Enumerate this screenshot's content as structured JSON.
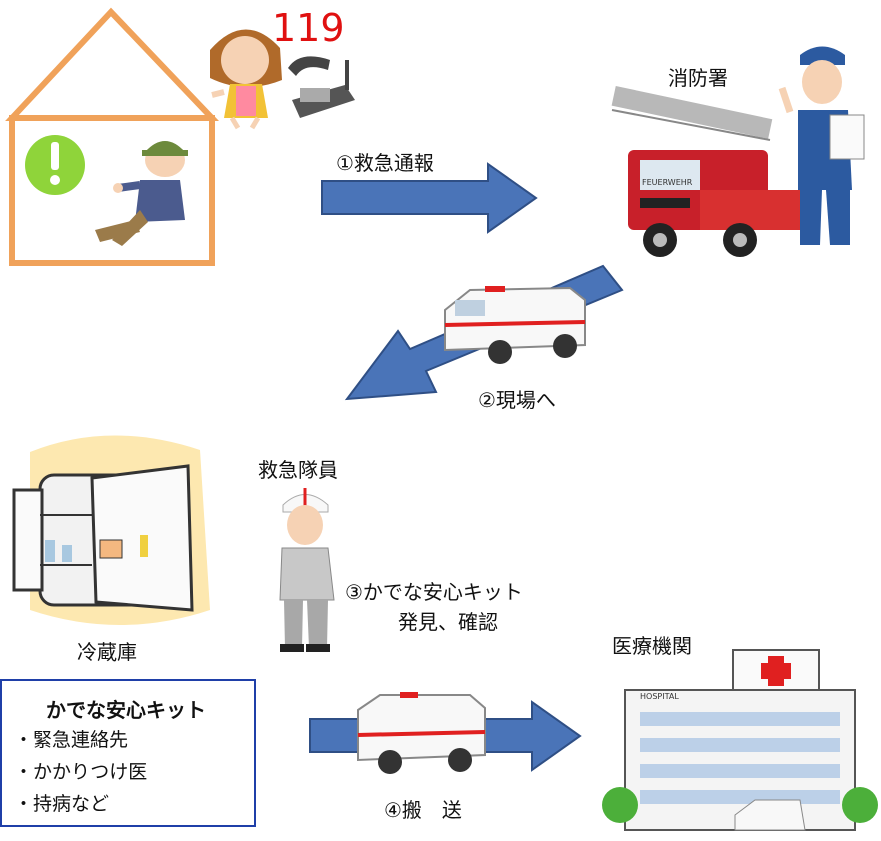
{
  "labels": {
    "call_number": "119",
    "fire_station": "消防署",
    "step1": "①救急通報",
    "step2": "②現場へ",
    "paramedic": "救急隊員",
    "step3_line1": "③かでな安心キット",
    "step3_line2": "発見、確認",
    "refrigerator": "冷蔵庫",
    "hospital": "医療機関",
    "step4": "④搬　送"
  },
  "kit": {
    "title": "かでな安心キット",
    "items": [
      "・緊急連絡先",
      "・かかりつけ医",
      "・持病など"
    ]
  },
  "illustration_text": {
    "hospital_sign": "HOSPITAL",
    "truck_text": "FEUERWEHR"
  },
  "colors": {
    "arrow": "#4a74b8",
    "house": "#f0a25a",
    "number_red": "#e01010",
    "kit_border": "#1f3fa8"
  }
}
